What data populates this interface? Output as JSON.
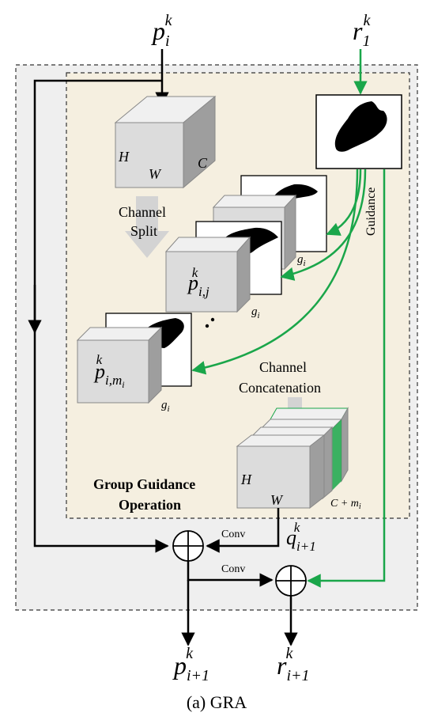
{
  "inputs": {
    "p_top": {
      "base": "p",
      "sub": "i",
      "sup": "k"
    },
    "r_top": {
      "base": "r",
      "sub": "1",
      "sup": "k"
    }
  },
  "cube_main": {
    "h": "H",
    "w": "W",
    "c": "C"
  },
  "labels": {
    "channel_split": [
      "Channel",
      "Split"
    ],
    "guidance": "Guidance",
    "channel_concat": [
      "Channel",
      "Concatenation"
    ],
    "ggo": [
      "Group Guidance",
      "Operation"
    ],
    "conv1": "Conv",
    "conv2": "Conv",
    "cm": "C + m",
    "cm_sub": "i",
    "dots": "⋰"
  },
  "groups": {
    "g1": {
      "base": "g",
      "sub": "i"
    },
    "g2": {
      "base": "g",
      "sub": "i"
    },
    "g3": {
      "base": "g",
      "sub": "i"
    }
  },
  "pij": {
    "base": "p",
    "sub": "i,j",
    "sup": "k"
  },
  "pim": {
    "base": "p",
    "sub": "i,m",
    "subsub": "i",
    "sup": "k"
  },
  "concat_cube": {
    "h": "H",
    "w": "W"
  },
  "q": {
    "base": "q",
    "sub": "i+1",
    "sup": "k"
  },
  "outputs": {
    "p_out": {
      "base": "p",
      "sub": "i+1",
      "sup": "k"
    },
    "r_out": {
      "base": "r",
      "sub": "i+1",
      "sup": "k"
    }
  },
  "caption": "(a) GRA",
  "colors": {
    "green": "#1aa64a",
    "beige": "#f5efe0",
    "gray_bg": "#efefef",
    "cube_front": "#dcdcdc",
    "cube_top": "#f0f0f0",
    "cube_side": "#9e9e9e"
  }
}
